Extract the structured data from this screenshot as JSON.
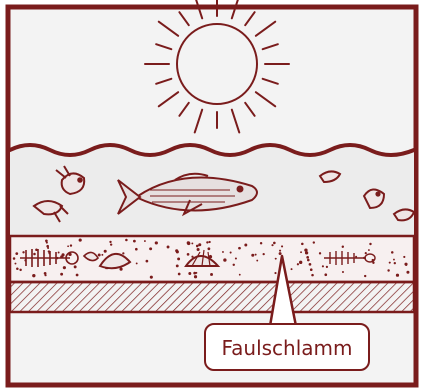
{
  "diagram": {
    "callout": {
      "label": "Faulschlamm",
      "target": "sediment-layer"
    },
    "elements": [
      "sun",
      "water-surface",
      "fish",
      "shrimp",
      "snail",
      "shells",
      "fish-skeleton",
      "sediment-layer",
      "bottom-layer"
    ],
    "colors": {
      "ink": "#7a1c1c",
      "background": "#f3f3f3",
      "water": "#ececec",
      "sediment_dots": "#7a1c1c"
    }
  }
}
